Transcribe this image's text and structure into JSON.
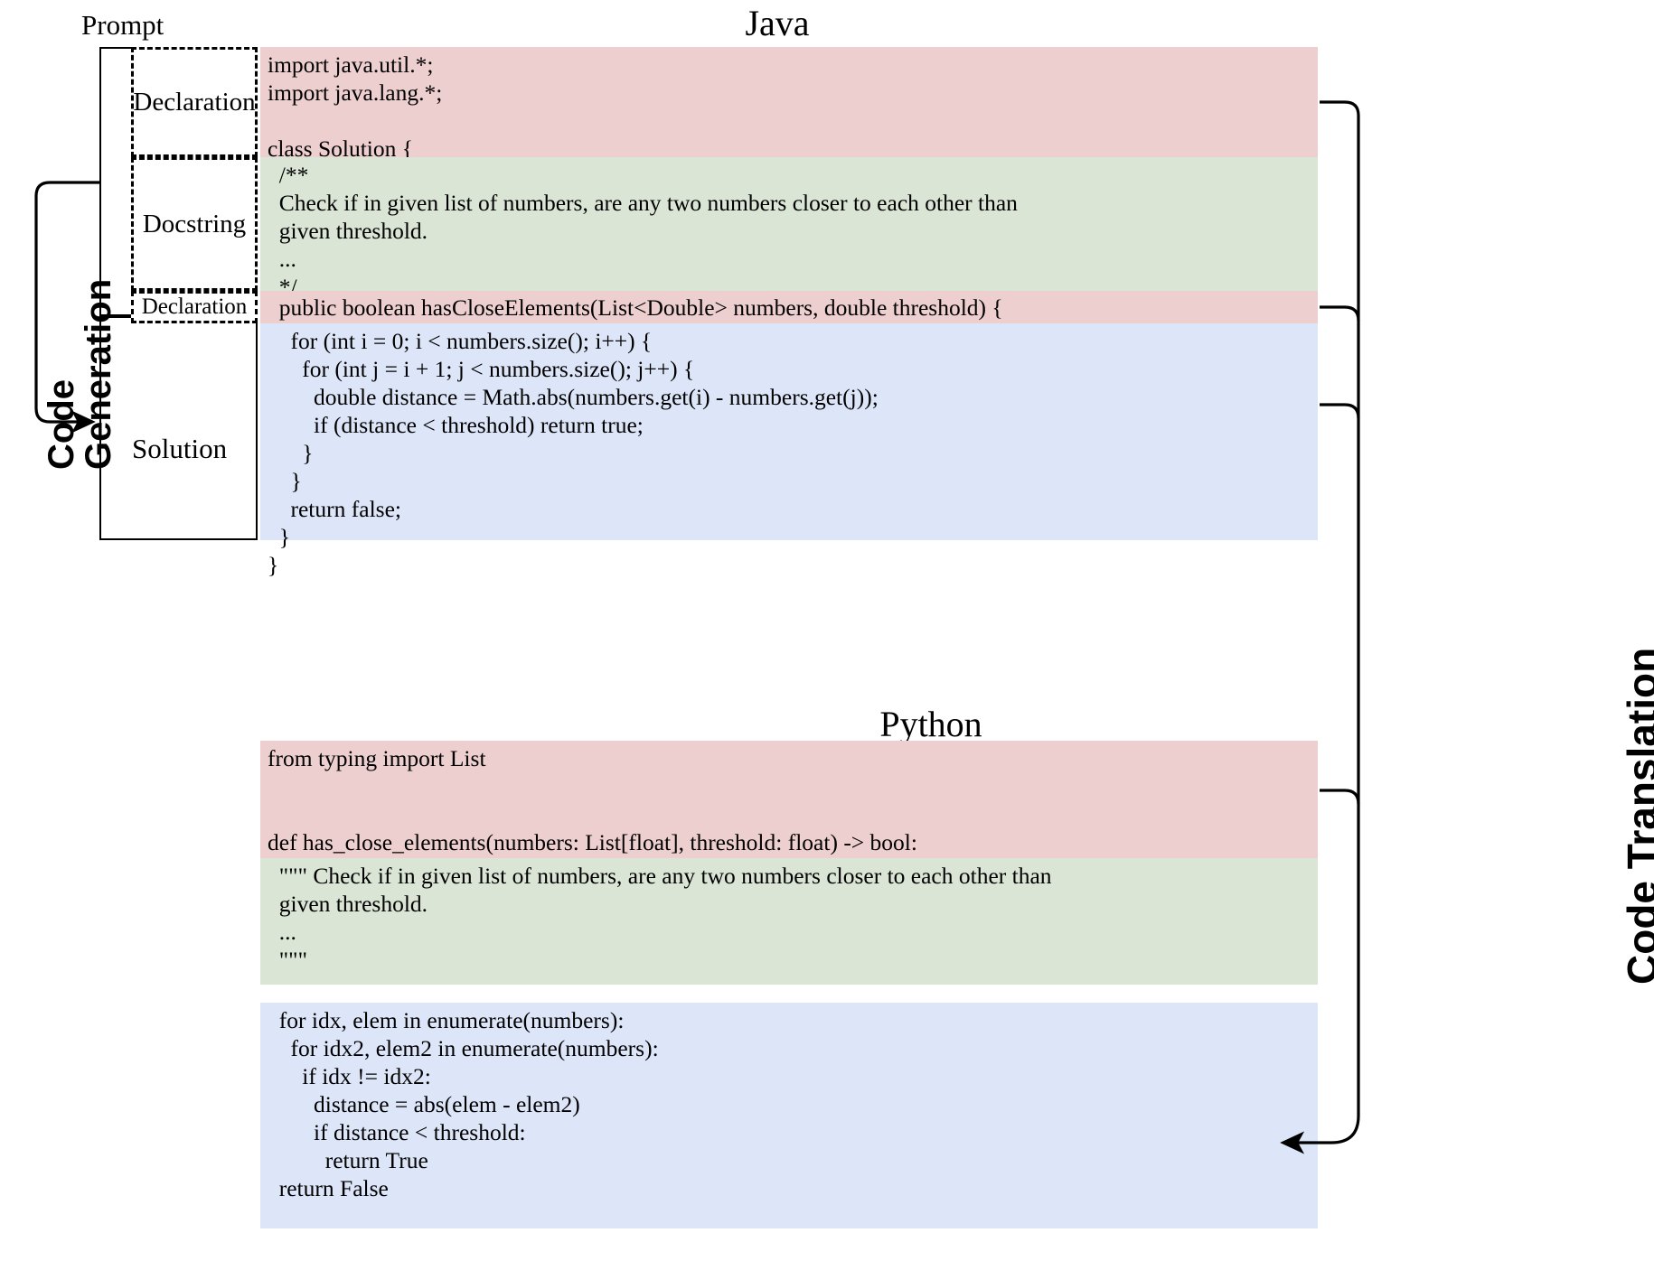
{
  "figure": {
    "prompt_label": "Prompt",
    "code_generation_label_line1": "Code",
    "code_generation_label_line2": "Generation",
    "code_translation_label": "Code Translation"
  },
  "sections": {
    "java": {
      "title": "Java",
      "row_labels": {
        "declaration_top": "Declaration",
        "docstring": "Docstring",
        "declaration_bottom": "Declaration",
        "solution": "Solution"
      },
      "blocks": {
        "declaration_top": "import java.util.*;\nimport java.lang.*;\n\nclass Solution {",
        "docstring": "  /**\n  Check if in given list of numbers, are any two numbers closer to each other than\n  given threshold.\n  ...\n  */",
        "declaration_bottom": "  public boolean hasCloseElements(List<Double> numbers, double threshold) {",
        "solution": "    for (int i = 0; i < numbers.size(); i++) {\n      for (int j = i + 1; j < numbers.size(); j++) {\n        double distance = Math.abs(numbers.get(i) - numbers.get(j));\n        if (distance < threshold) return true;\n      }\n    }\n    return false;\n  }\n}"
      }
    },
    "python": {
      "title": "Python",
      "blocks": {
        "declaration": "from typing import List\n\n\ndef has_close_elements(numbers: List[float], threshold: float) -> bool:",
        "docstring": "  \"\"\" Check if in given list of numbers, are any two numbers closer to each other than\n  given threshold.\n  ...\n  \"\"\"",
        "solution": "  for idx, elem in enumerate(numbers):\n    for idx2, elem2 in enumerate(numbers):\n      if idx != idx2:\n        distance = abs(elem - elem2)\n        if distance < threshold:\n          return True\n  return False"
      }
    }
  },
  "colors": {
    "declaration_bg": "#eecfcf",
    "docstring_bg": "#dae5d5",
    "solution_bg": "#dde6f9",
    "line": "#000000"
  }
}
